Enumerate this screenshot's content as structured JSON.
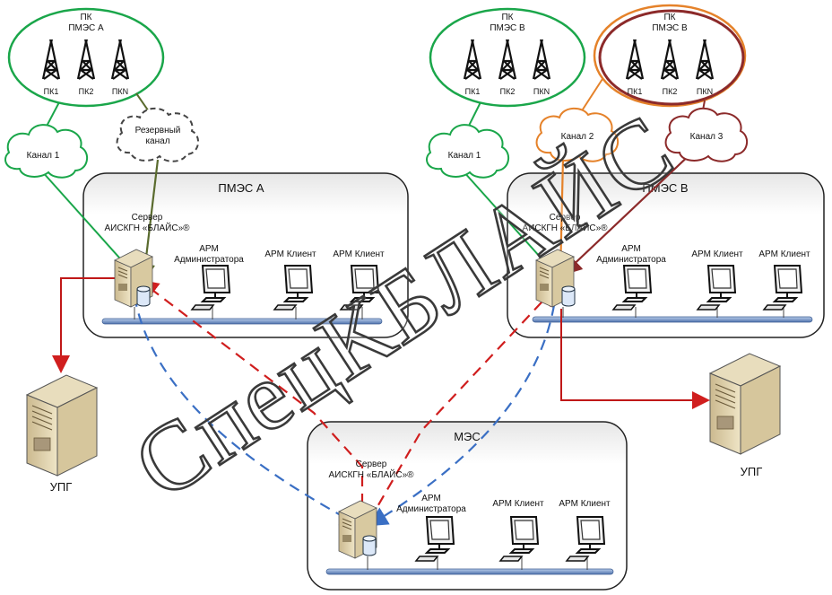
{
  "pk_a": {
    "title_line1": "ПК",
    "title_line2": "ПМЭС А",
    "tower1": "ПК1",
    "tower2": "ПК2",
    "tower3": "ПКN"
  },
  "pk_b1": {
    "title_line1": "ПК",
    "title_line2": "ПМЭС В",
    "tower1": "ПК1",
    "tower2": "ПК2",
    "tower3": "ПКN"
  },
  "pk_b2": {
    "title_line1": "ПК",
    "title_line2": "ПМЭС В",
    "tower1": "ПК1",
    "tower2": "ПК2",
    "tower3": "ПКN"
  },
  "clouds": {
    "kanal1_left": "Канал 1",
    "reserve_line1": "Резервный",
    "reserve_line2": "канал",
    "kanal1_right": "Канал 1",
    "kanal2": "Канал 2",
    "kanal3": "Канал 3"
  },
  "pmes_a": {
    "title": "ПМЭС А",
    "server_line1": "Сервер",
    "server_line2": "АИСКГН «БЛАЙС»®",
    "admin_line1": "АРМ",
    "admin_line2": "Администратора",
    "client1": "АРМ Клиент",
    "client2": "АРМ Клиент"
  },
  "pmes_b": {
    "title": "ПМЭС В",
    "server_line1": "Сервер",
    "server_line2": "АИСКГН «БЛАЙС»®",
    "admin_line1": "АРМ",
    "admin_line2": "Администратора",
    "client1": "АРМ Клиент",
    "client2": "АРМ Клиент"
  },
  "mes": {
    "title": "МЭС",
    "server_line1": "Сервер",
    "server_line2": "АИСКГН «БЛАЙС»®",
    "admin_line1": "АРМ",
    "admin_line2": "Администратора",
    "client1": "АРМ Клиент",
    "client2": "АРМ Клиент"
  },
  "upg_left": "УПГ",
  "upg_right": "УПГ",
  "watermark": "СпецКБЛАЙС",
  "colors": {
    "green": "#1aa64a",
    "olive": "#5a6b2e",
    "orange": "#e5822a",
    "darkred": "#8c2a2a",
    "red": "#d01e1e",
    "blue": "#3a6fc4",
    "bus": "#7a9cd0"
  }
}
